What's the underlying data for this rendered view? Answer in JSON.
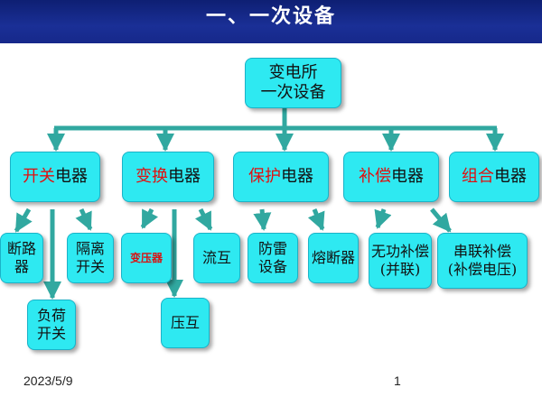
{
  "header": {
    "title": "一、一次设备"
  },
  "root": {
    "label": "变电所\n一次设备"
  },
  "categories": [
    {
      "red": "开关",
      "rest": "电器"
    },
    {
      "red": "变换",
      "rest": "电器"
    },
    {
      "red": "保护",
      "rest": "电器"
    },
    {
      "red": "补偿",
      "rest": "电器"
    },
    {
      "red": "组合",
      "rest": "电器"
    }
  ],
  "leaves": {
    "breaker": "断路器",
    "load_switch": "负荷\n开关",
    "isolator": "隔离\n开关",
    "transformer": "变压器",
    "voltage_transformer": "压互",
    "current_transformer": "流互",
    "arrester": "防雷\n设备",
    "fuse": "熔断器",
    "reactive_comp": "无功补偿\n(并联)",
    "series_comp": "串联补偿\n(补偿电压)"
  },
  "footer": {
    "date": "2023/5/9",
    "page": "1"
  },
  "colors": {
    "box": "#2ee9f1",
    "connector": "#31a8a0",
    "header": "#14268a",
    "accent_text": "#e01010"
  }
}
